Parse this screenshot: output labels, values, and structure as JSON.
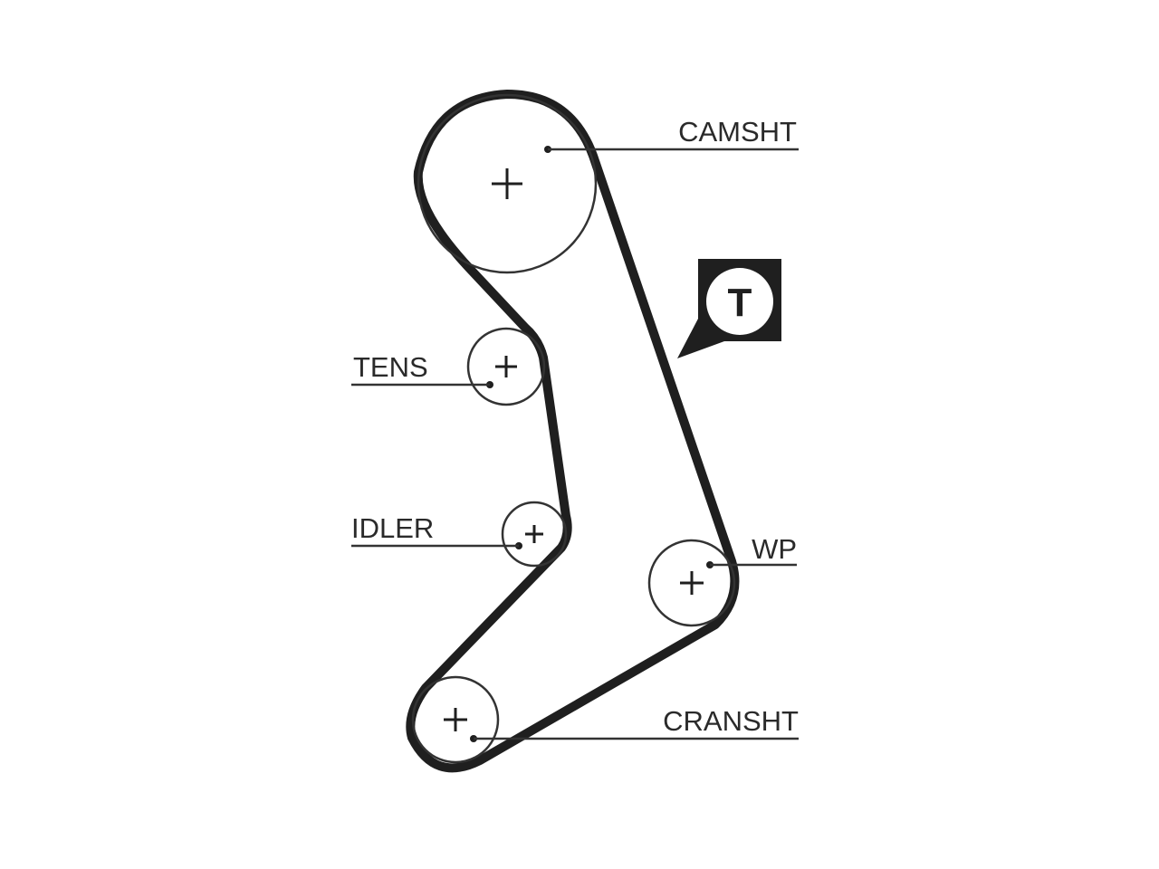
{
  "labels": {
    "camshaft": "CAMSHT",
    "tensioner": "TENS",
    "idler": "IDLER",
    "water_pump": "WP",
    "crankshaft": "CRANSHT"
  },
  "tension_badge": "T",
  "colors": {
    "belt": "#1f1f1f",
    "line": "#333333",
    "background": "#ffffff"
  }
}
